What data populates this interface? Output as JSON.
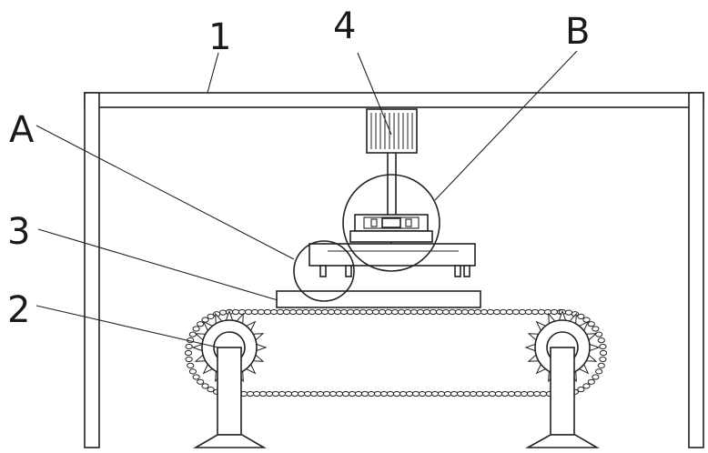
{
  "labels": {
    "l1": "1",
    "l2": "2",
    "l3": "3",
    "l4": "4",
    "lA": "A",
    "lB": "B"
  },
  "colors": {
    "stroke": "#222222",
    "background": "#ffffff"
  }
}
